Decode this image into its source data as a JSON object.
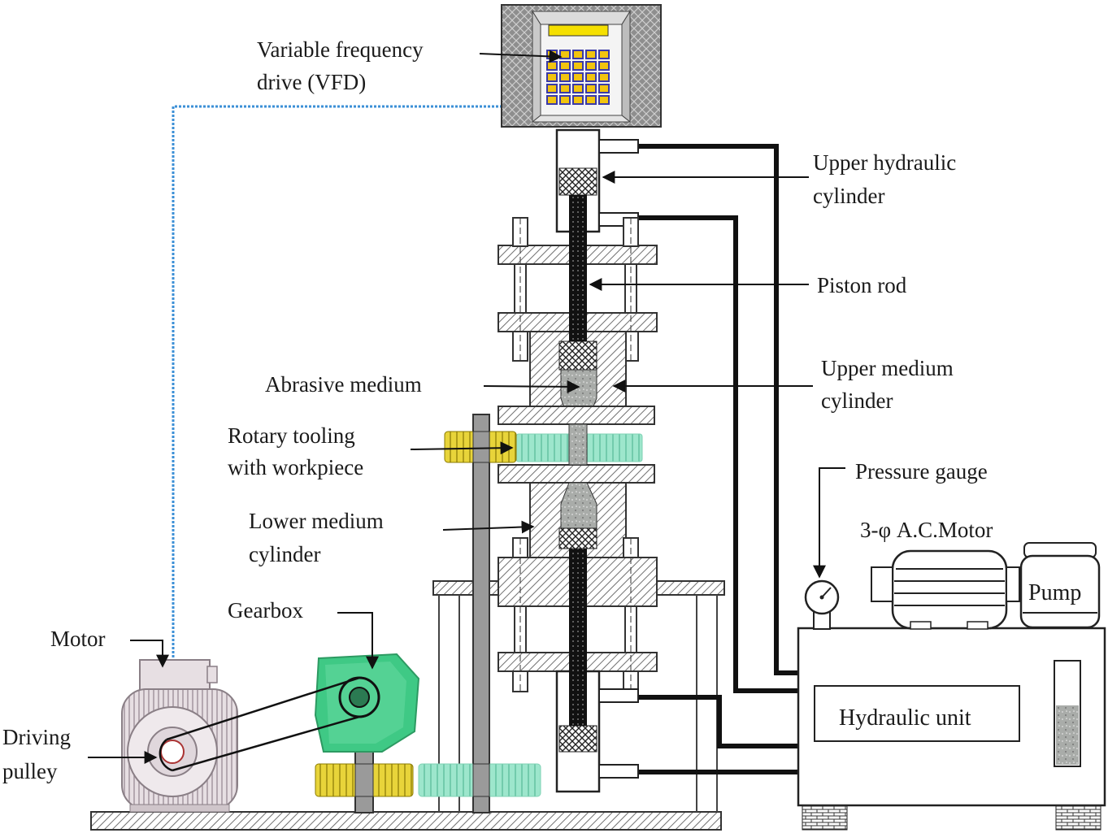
{
  "labels": {
    "vfd_line1": "Variable frequency",
    "vfd_line2": "drive (VFD)",
    "upper_hyd_line1": "Upper hydraulic",
    "upper_hyd_line2": "cylinder",
    "piston_rod": "Piston  rod",
    "abrasive_medium": "Abrasive medium",
    "upper_med_line1": "Upper medium",
    "upper_med_line2": "cylinder",
    "rotary_line1": "Rotary tooling",
    "rotary_line2": "with workpiece",
    "pressure_gauge": "Pressure gauge",
    "lower_med_line1": "Lower medium",
    "lower_med_line2": "cylinder",
    "ac_motor": "3-φ A.C.Motor",
    "pump": "Pump",
    "gearbox": "Gearbox",
    "motor": "Motor",
    "hydraulic_unit": "Hydraulic unit",
    "driving_line1": "Driving",
    "driving_line2": "pulley"
  },
  "colors": {
    "vfd_cable": "#3b8fd6",
    "gearbox": "#3fc985",
    "gear_yellow": "#e8d43a",
    "gear_teal": "#8fe0c4",
    "hatch": "#777777",
    "motor_body": "#e7dfe3"
  }
}
